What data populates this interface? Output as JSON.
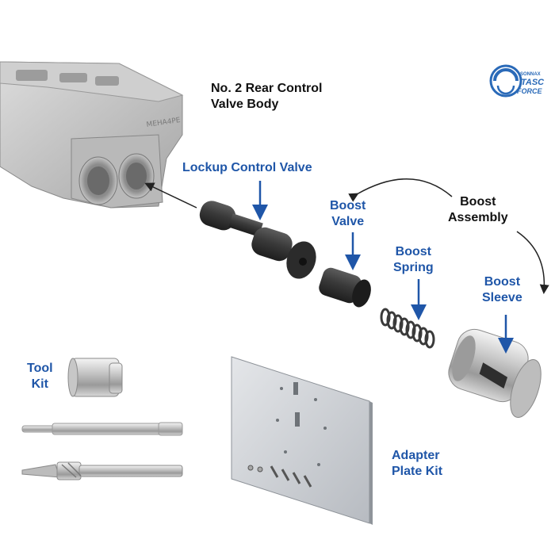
{
  "colors": {
    "callout": "#1f56a8",
    "heading": "#111111",
    "logo": "#2a6ab8"
  },
  "logo": {
    "brand": "SONNAX",
    "line1": "TASC",
    "line2": "FORCE",
    "icon": "sonnax-swirl-logo"
  },
  "valve_body": {
    "line1": "No. 2 Rear Control",
    "line2": "Valve Body",
    "stamp": "MEHA4PE"
  },
  "lockup_control_valve": {
    "label": "Lockup Control Valve"
  },
  "boost_valve": {
    "line1": "Boost",
    "line2": "Valve"
  },
  "boost_spring": {
    "line1": "Boost",
    "line2": "Spring"
  },
  "boost_sleeve": {
    "line1": "Boost",
    "line2": "Sleeve"
  },
  "boost_assembly": {
    "line1": "Boost",
    "line2": "Assembly"
  },
  "tool_kit": {
    "line1": "Tool",
    "line2": "Kit"
  },
  "adapter_plate_kit": {
    "line1": "Adapter",
    "line2": "Plate Kit"
  }
}
